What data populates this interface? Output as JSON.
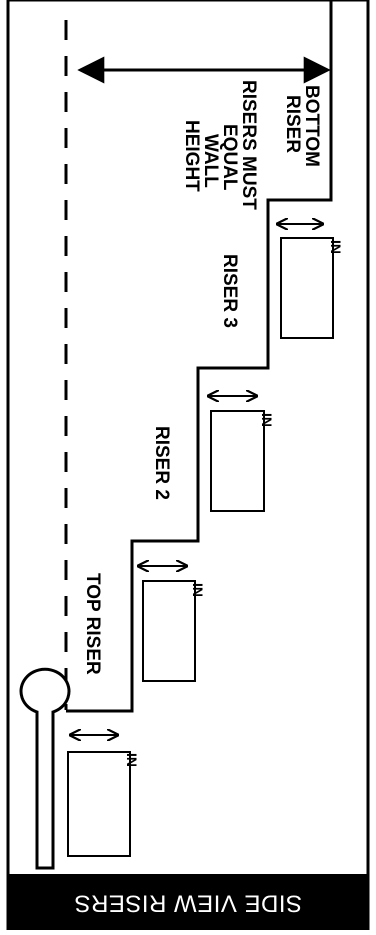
{
  "banner": {
    "title": "SIDE VIEW RISERS"
  },
  "labels": {
    "requirement": [
      "RISERS MUST",
      "EQUAL",
      "WALL",
      "HEIGHT"
    ],
    "bottom_riser": [
      "BOTTOM",
      "RISER"
    ],
    "riser_3": "RISER 3",
    "riser_2": "RISER 2",
    "top_riser": "TOP RISER"
  },
  "inset_marks": [
    "IN",
    "IN",
    "IN",
    "IN"
  ],
  "colors": {
    "ink": "#000000",
    "banner_bg": "#000000",
    "banner_fg": "#ffffff",
    "background": "#ffffff"
  }
}
